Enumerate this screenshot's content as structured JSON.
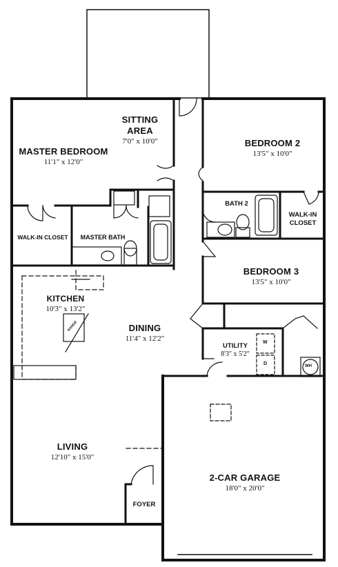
{
  "rooms": {
    "sitting_area": {
      "name_line1": "SITTING",
      "name_line2": "AREA",
      "dims": "7'0\" x 10'0\""
    },
    "master_bedroom": {
      "name": "MASTER BEDROOM",
      "dims": "11'1\" x 12'0\""
    },
    "bedroom2": {
      "name": "BEDROOM 2",
      "dims": "13'5\" x 10'0\""
    },
    "bath2": {
      "name": "BATH 2"
    },
    "walkin_closet_right": {
      "name_line1": "WALK-IN",
      "name_line2": "CLOSET"
    },
    "walkin_closet_left": {
      "name": "WALK-IN CLOSET"
    },
    "master_bath": {
      "name": "MASTER BATH"
    },
    "bedroom3": {
      "name": "BEDROOM 3",
      "dims": "13'5\" x 10'0\""
    },
    "kitchen": {
      "name": "KITCHEN",
      "dims": "10'3\" x 13'2\""
    },
    "dining": {
      "name": "DINING",
      "dims": "11'4\" x 12'2\""
    },
    "utility": {
      "name": "UTILITY",
      "dims": "8'3\" x 5'2\""
    },
    "living": {
      "name": "LIVING",
      "dims": "12'10\" x 15'0\""
    },
    "garage": {
      "name": "2-CAR GARAGE",
      "dims": "18'0\" x 20'0\""
    },
    "foyer": {
      "name": "FOYER"
    }
  },
  "fixtures": {
    "washer": "W",
    "dryer": "D",
    "water_heater": "WH",
    "range": "RANGE"
  }
}
